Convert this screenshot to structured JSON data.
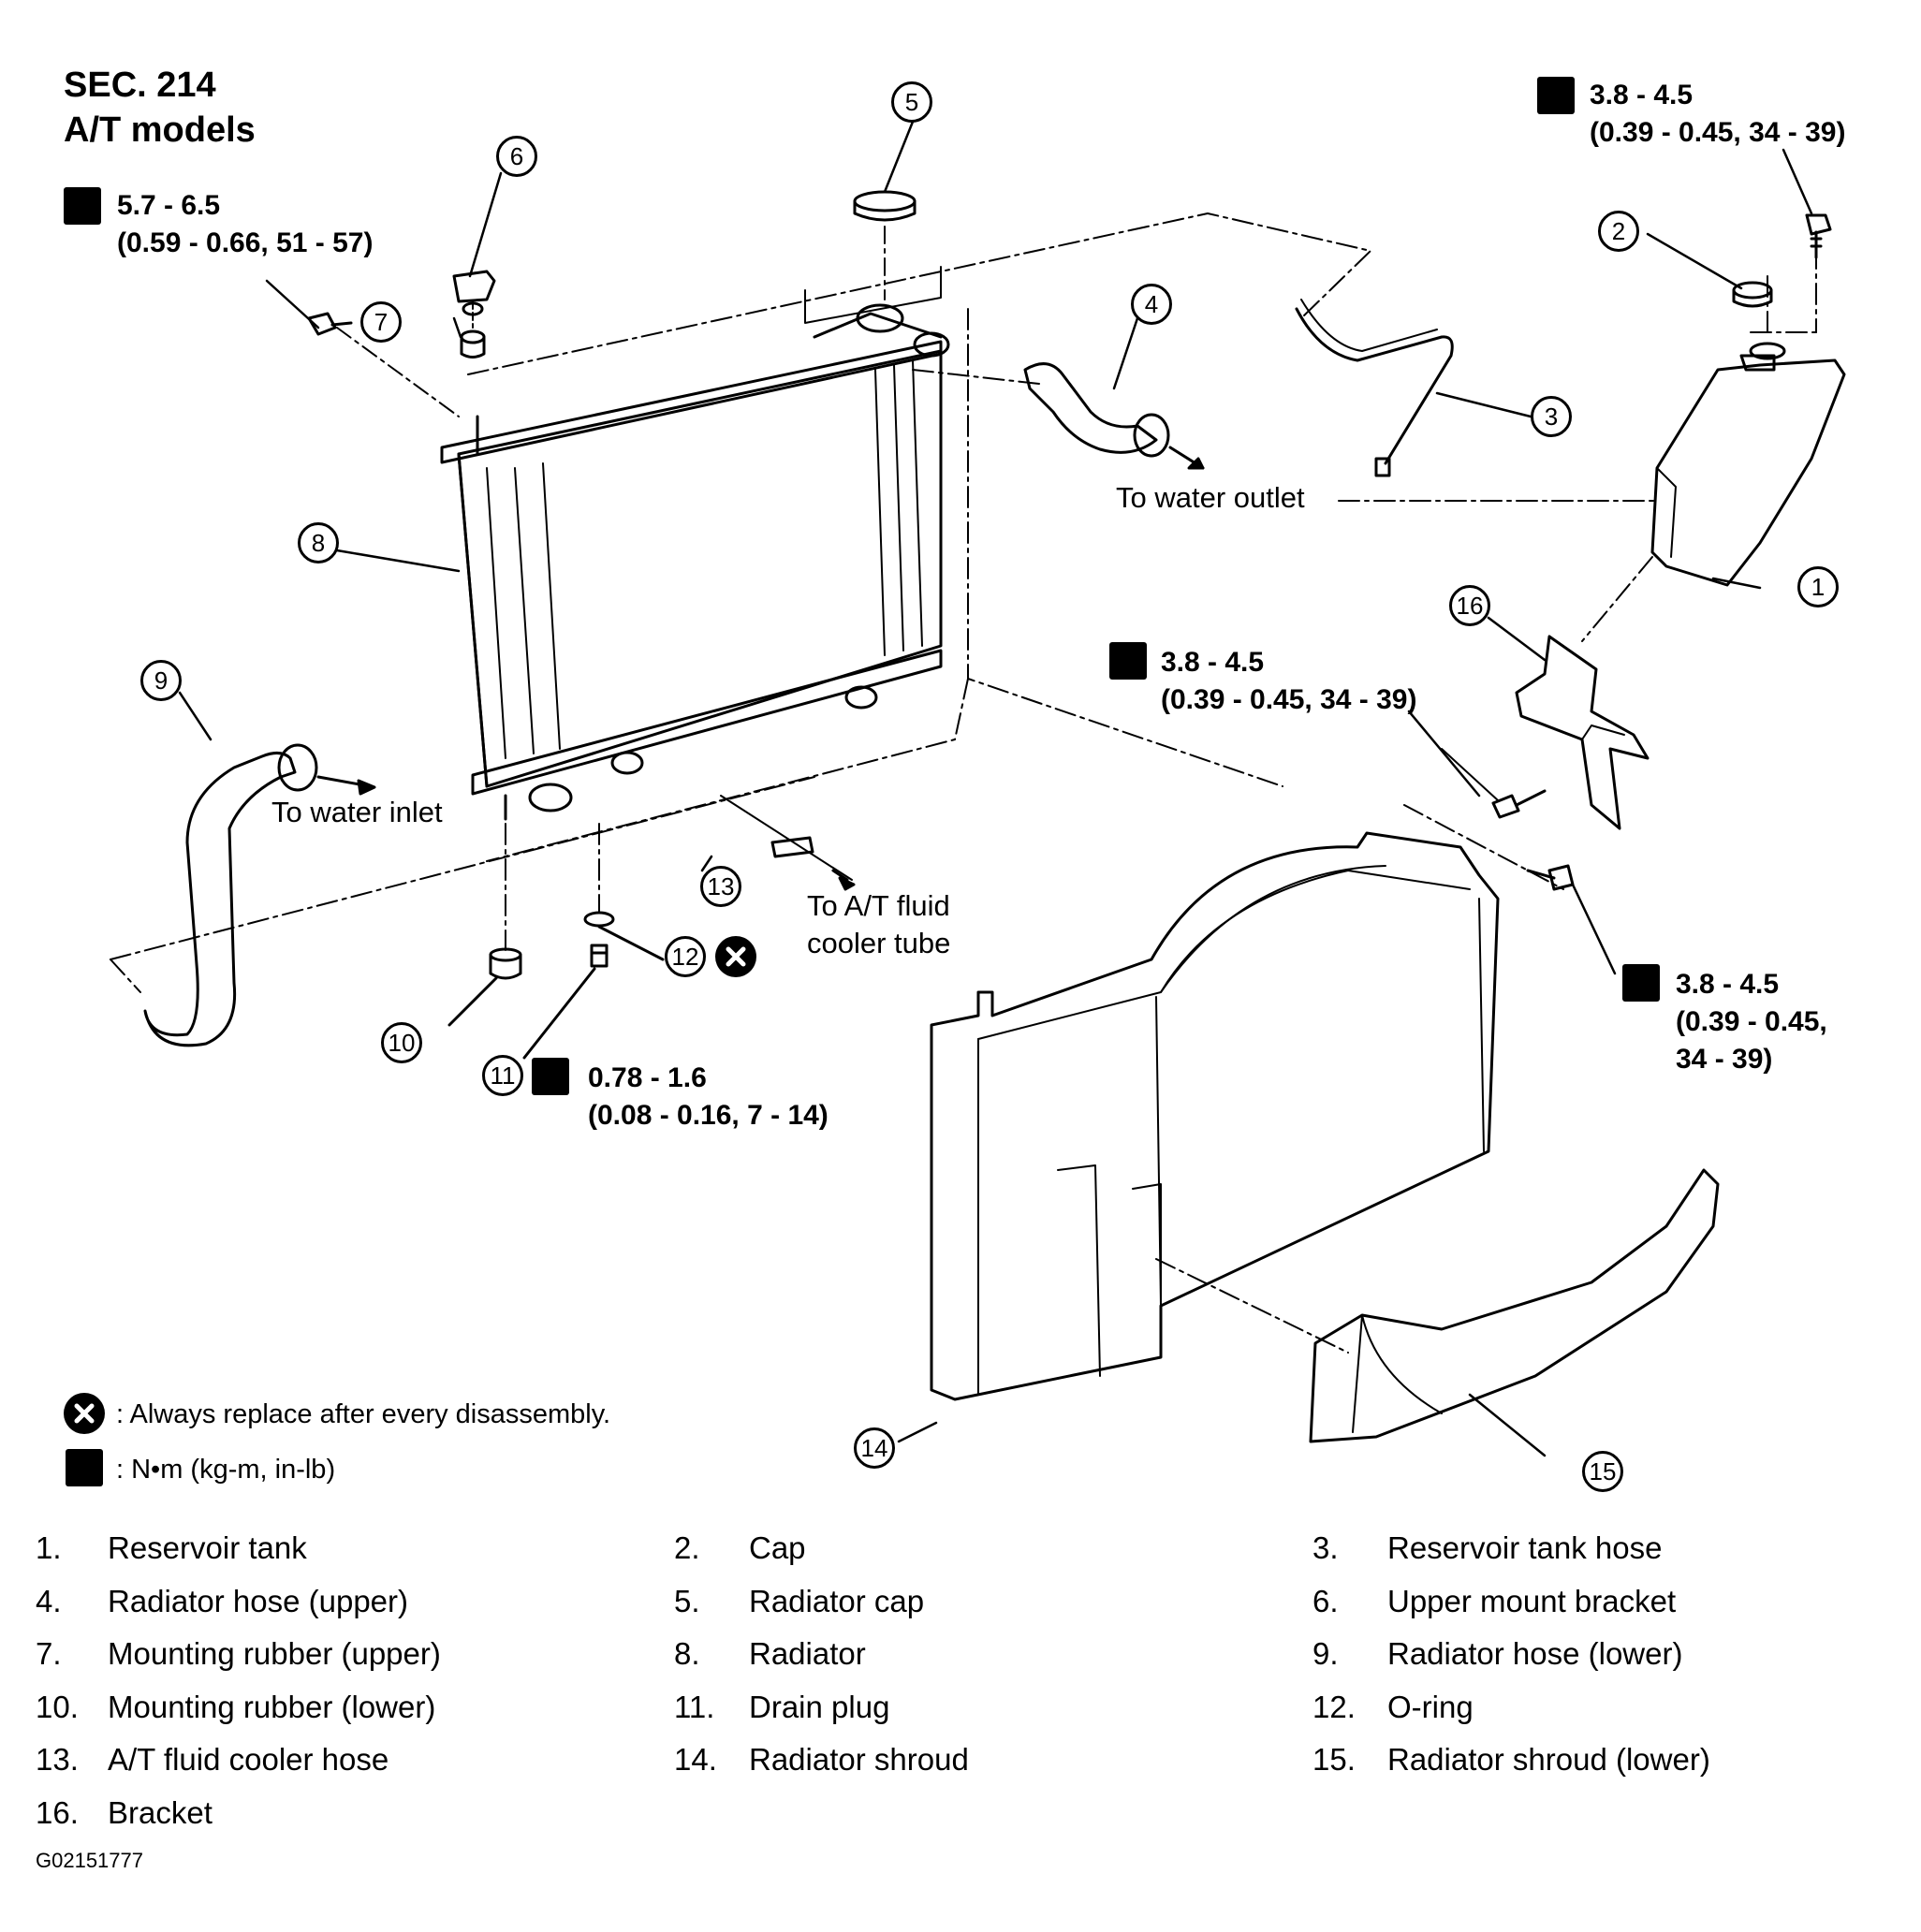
{
  "header": {
    "section": "SEC. 214",
    "models": "A/T models"
  },
  "torque_specs": {
    "bolt_radiator_mount": {
      "nm": "5.7 - 6.5",
      "detail": "(0.59 - 0.66, 51 - 57)"
    },
    "bolt_reservoir_top": {
      "nm": "3.8 - 4.5",
      "detail": "(0.39 - 0.45, 34 - 39)"
    },
    "bolt_bracket": {
      "nm": "3.8 - 4.5",
      "detail": "(0.39 - 0.45, 34 - 39)"
    },
    "bolt_shroud": {
      "nm": "3.8 - 4.5",
      "detail_line1": "(0.39 - 0.45,",
      "detail_line2": "34 - 39)"
    },
    "drain_plug": {
      "nm": "0.78 - 1.6",
      "detail": "(0.08 - 0.16, 7 - 14)"
    }
  },
  "destinations": {
    "water_outlet": "To water outlet",
    "water_inlet": "To water inlet",
    "fluid_cooler_line1": "To A/T fluid",
    "fluid_cooler_line2": "cooler tube"
  },
  "callouts": [
    "1",
    "2",
    "3",
    "4",
    "5",
    "6",
    "7",
    "8",
    "9",
    "10",
    "11",
    "12",
    "13",
    "14",
    "15",
    "16"
  ],
  "legend": {
    "replace": ": Always replace after every disassembly.",
    "torque_units": ": N•m (kg-m, in-lb)"
  },
  "parts": [
    {
      "num": "1.",
      "name": "Reservoir tank"
    },
    {
      "num": "2.",
      "name": "Cap"
    },
    {
      "num": "3.",
      "name": "Reservoir tank hose"
    },
    {
      "num": "4.",
      "name": "Radiator hose (upper)"
    },
    {
      "num": "5.",
      "name": "Radiator cap"
    },
    {
      "num": "6.",
      "name": "Upper mount bracket"
    },
    {
      "num": "7.",
      "name": "Mounting rubber (upper)"
    },
    {
      "num": "8.",
      "name": "Radiator"
    },
    {
      "num": "9.",
      "name": "Radiator hose (lower)"
    },
    {
      "num": "10.",
      "name": "Mounting rubber (lower)"
    },
    {
      "num": "11.",
      "name": "Drain plug"
    },
    {
      "num": "12.",
      "name": "O-ring"
    },
    {
      "num": "13.",
      "name": "A/T fluid cooler hose"
    },
    {
      "num": "14.",
      "name": "Radiator shroud"
    },
    {
      "num": "15.",
      "name": "Radiator shroud (lower)"
    },
    {
      "num": "16.",
      "name": "Bracket"
    }
  ],
  "figure_code": "G02151777"
}
